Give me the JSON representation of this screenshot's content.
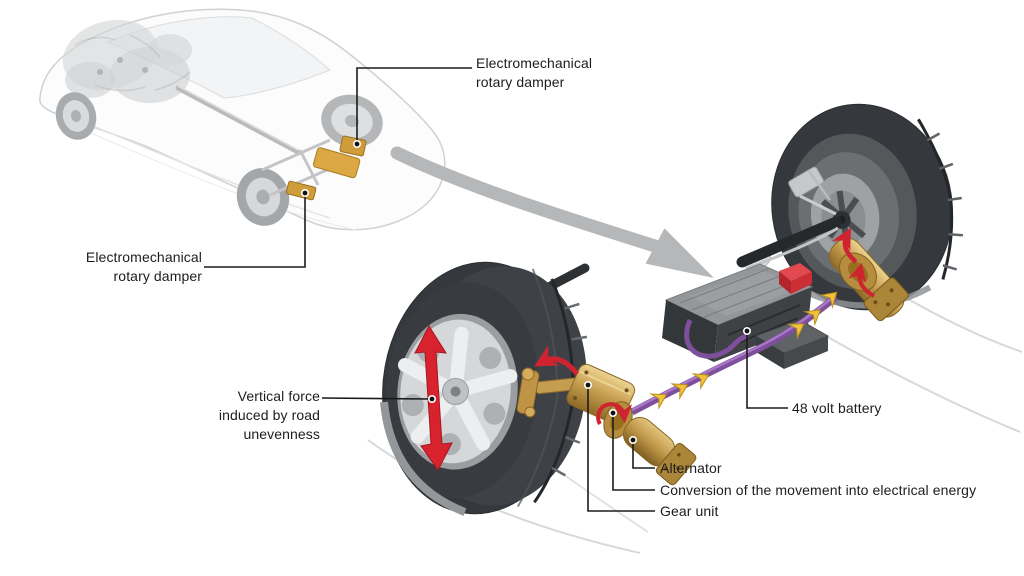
{
  "page": {
    "background": "#ffffff",
    "type": "technical-diagram",
    "subject": "electromechanical rotary damper suspension system"
  },
  "labels": {
    "rotary_damper_top": "Electromechanical rotary damper",
    "rotary_damper_rear": "Electromechanical rotary damper",
    "vertical_force": "Vertical force induced by road unevenness",
    "battery": "48 volt battery",
    "alternator": "Alternator",
    "conversion": "Conversion of the movement into electrical energy",
    "gear_unit": "Gear unit"
  },
  "graphics": {
    "flow_arrow": "curved-gray-arrow",
    "force_arrow": "red-double-headed-vertical-arrow",
    "rotation_arrows": "red-curved-arrows",
    "energy_flow_arrows": "yellow-chevron-arrows",
    "leader_marker": "black-dot-with-white-ring"
  },
  "colors": {
    "text": "#1d1d1f",
    "leader_line": "#1b1b1b",
    "gold_component": "#c9a052",
    "cable_purple": "#7e4f9a",
    "energy_yellow": "#f0c43a",
    "force_red": "#d8232e",
    "flow_arrow_gray": "#b5b7b9",
    "tire_dark": "#35383c",
    "battery_dark": "#34373a",
    "connector_red": "#d2343a"
  }
}
